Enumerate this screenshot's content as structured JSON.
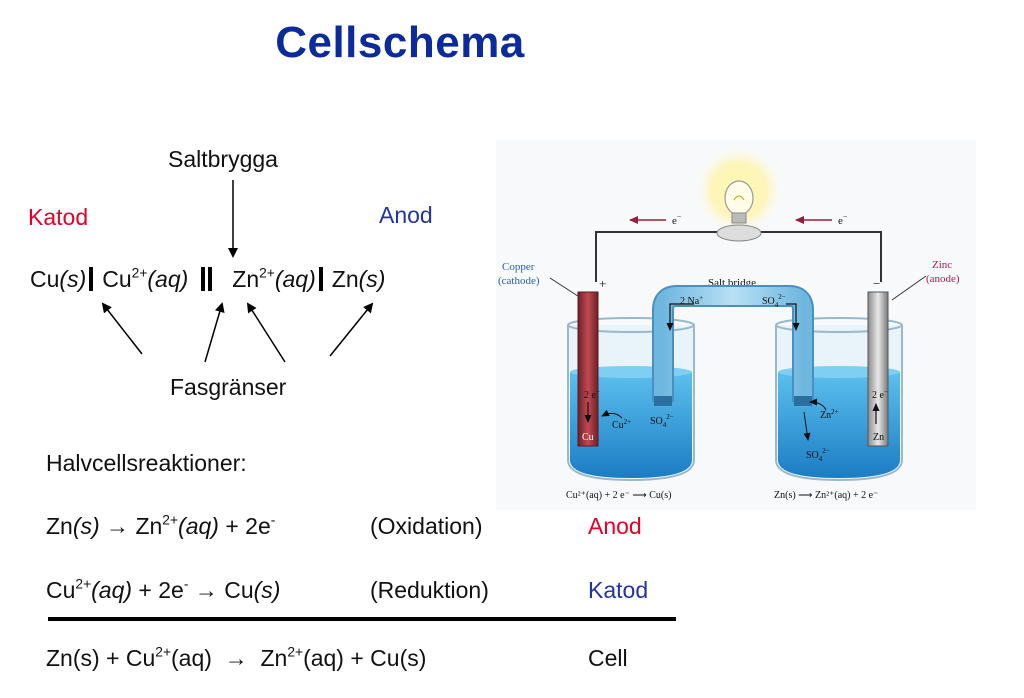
{
  "title": "Cellschema",
  "cell_notation": {
    "saltbrygga": "Saltbrygga",
    "katod": "Katod",
    "anod": "Anod",
    "fasgranser": "Fasgränser",
    "cu": "Cu",
    "s1": "(s)",
    "cu2": "Cu",
    "charge2plus": "2+",
    "aq1": "(aq)",
    "zn": "Zn",
    "aq2": "(aq)",
    "zn2": "Zn",
    "s2": "(s)"
  },
  "half_reactions": {
    "heading": "Halvcellsreaktioner:",
    "rows": [
      {
        "formula_html": "Zn<i>(s)</i> → Zn<sup>2+</sup><i>(aq)</i> + 2e<sup>-</sup>",
        "type": "(Oxidation)",
        "role": "Anod"
      },
      {
        "formula_html": "Cu<sup>2+</sup><i>(aq)</i> + 2e<sup>-</sup> → Cu<i>(s)</i>",
        "type": "(Reduktion)",
        "role": "Katod"
      },
      {
        "formula_html": "Zn(s) + Cu<sup>2+</sup>(aq) &nbsp;→&nbsp; Zn<sup>2+</sup>(aq) + Cu(s)",
        "type": "",
        "role": "Cell"
      }
    ]
  },
  "figure": {
    "electron_label": "e",
    "electron_sup": "−",
    "copper_label": "Copper",
    "cathode_label": "(cathode)",
    "zinc_label": "Zinc",
    "anode_label": "(anode)",
    "salt_bridge": "Salt bridge",
    "plus": "+",
    "minus": "−",
    "na_label": "2 Na",
    "na_sup": "+",
    "so4_label": "SO",
    "so4_sub": "4",
    "so4_sup": "2−",
    "two_e": "2 e",
    "cu2_label": "Cu",
    "cu2_sup": "2+",
    "cu_electrode": "Cu",
    "zn2_label": "Zn",
    "zn2_sup": "2+",
    "zn_electrode": "Zn",
    "eq_left": "Cu²⁺(aq) + 2 e⁻ ⟶ Cu(s)",
    "eq_right": "Zn(s) ⟶ Zn²⁺(aq) + 2 e⁻"
  },
  "colors": {
    "title": "#0b2a9c",
    "katod_red": "#e5002b",
    "anod_blue": "#2233a6",
    "solution": "#3aa0d8",
    "copper": "#a0323a"
  }
}
